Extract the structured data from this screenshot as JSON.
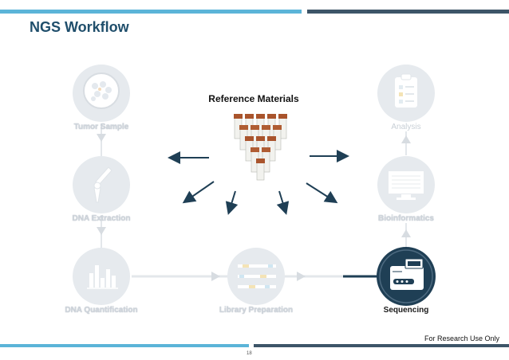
{
  "slide": {
    "title": "NGS Workflow",
    "reference_title": "Reference Materials",
    "footer_note": "For Research Use Only",
    "page_number": "18"
  },
  "stages": {
    "tumor_sample": "Tumor Sample",
    "dna_extraction": "DNA Extraction",
    "dna_quantification": "DNA Quantification",
    "library_preparation": "Library Preparation",
    "sequencing": "Sequencing",
    "bioinformatics": "Bioinformatics",
    "analysis": "Analysis"
  },
  "colors": {
    "accent_blue": "#5bb4d8",
    "dark_slate": "#3d5568",
    "title_blue": "#1f4e6b",
    "faded_circle": "#e6eaee",
    "active_circle": "#1f3f55"
  }
}
